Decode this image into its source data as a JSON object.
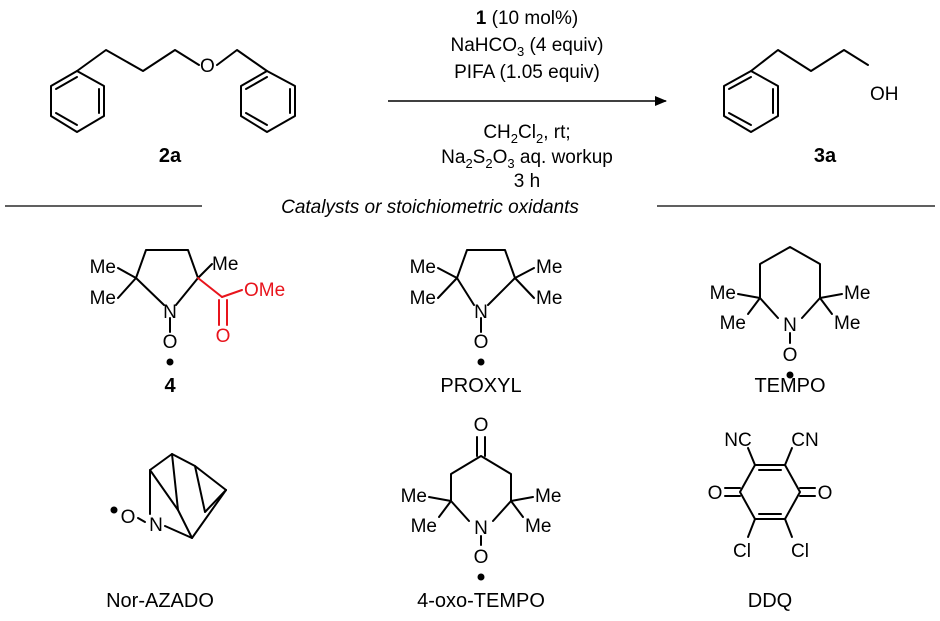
{
  "reaction": {
    "starting_material": {
      "label": "2a",
      "atoms": {
        "o": "O"
      }
    },
    "product": {
      "label": "3a",
      "atoms": {
        "oh": "OH"
      }
    },
    "conditions_above": {
      "catalyst_ref": "1",
      "catalyst_loading": "(10 mol%)",
      "base": "NaHCO",
      "base_sub": "3",
      "base_amount": " (4 equiv)",
      "oxidant": "PIFA (1.05 equiv)"
    },
    "conditions_below": {
      "solvent_a": "CH",
      "solvent_sub1": "2",
      "solvent_b": "Cl",
      "solvent_sub2": "2",
      "solvent_rest": ", rt;",
      "workup_a": "Na",
      "workup_sub1": "2",
      "workup_b": "S",
      "workup_sub2": "2",
      "workup_c": "O",
      "workup_sub3": "3",
      "workup_rest": " aq. workup",
      "time": "3 h"
    }
  },
  "section_title": "Catalysts or stoichiometric oxidants",
  "catalysts": [
    {
      "label": "4",
      "highlight_color": "#e8141c",
      "atoms": {
        "n": "N",
        "o": "O",
        "me1": "Me",
        "me2": "Me",
        "me3": "Me",
        "ome": "OMe",
        "o_carbonyl": "O"
      }
    },
    {
      "label": "PROXYL",
      "atoms": {
        "n": "N",
        "o": "O",
        "me1": "Me",
        "me2": "Me",
        "me3": "Me",
        "me4": "Me"
      }
    },
    {
      "label": "TEMPO",
      "atoms": {
        "n": "N",
        "o": "O",
        "me1": "Me",
        "me2": "Me",
        "me3": "Me",
        "me4": "Me"
      }
    },
    {
      "label": "Nor-AZADO",
      "atoms": {
        "n": "N",
        "o": "O"
      }
    },
    {
      "label": "4-oxo-TEMPO",
      "atoms": {
        "n": "N",
        "o": "O",
        "o_keto": "O",
        "me1": "Me",
        "me2": "Me",
        "me3": "Me",
        "me4": "Me"
      }
    },
    {
      "label": "DDQ",
      "atoms": {
        "o1": "O",
        "o2": "O",
        "cn1": "NC",
        "cn2": "CN",
        "cl1": "Cl",
        "cl2": "Cl"
      }
    }
  ]
}
